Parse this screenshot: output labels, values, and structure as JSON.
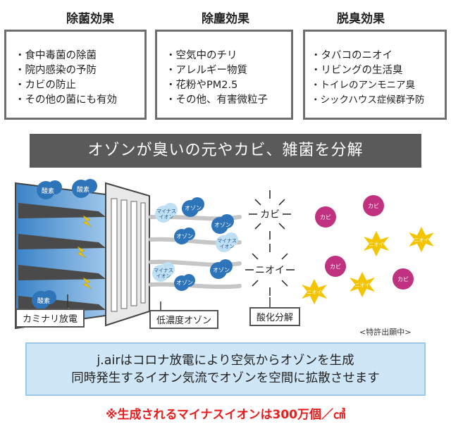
{
  "effects": [
    {
      "title": "除菌効果",
      "items": [
        "食中毒菌の除菌",
        "院内感染の予防",
        "カビの防止",
        "その他の菌にも有効"
      ]
    },
    {
      "title": "除塵効果",
      "items": [
        "空気中のチリ",
        "アレルギー物質",
        "花粉やPM2.5",
        "その他、有害微粒子"
      ]
    },
    {
      "title": "脱臭効果",
      "items": [
        "タバコのニオイ",
        "リビングの生活臭",
        "トイレのアンモニア臭",
        "シックハウス症候群予防"
      ]
    }
  ],
  "banner": "オゾンが臭いの元やカビ、雑菌を分解",
  "illustration": {
    "oxygen_label": "酸素",
    "minus_ion_label": "マイナス\nイオン",
    "ozone_label": "オゾン",
    "mold_label": "カビ",
    "odor_label": "ニオイ",
    "tag_discharge": "カミナリ放電",
    "tag_ozone": "低濃度オゾン",
    "tag_decomp": "酸化分解",
    "patent": "<特許出願中>"
  },
  "info": {
    "line1": "j.airはコロナ放電により空気からオゾンを生成",
    "line2": "同時発生するイオン気流でオゾンを空間に拡散させます"
  },
  "note": "※生成されるマイナスイオンは300万個／㎤",
  "colors": {
    "accent_blue": "#3a83c8",
    "mold": "#c0317f",
    "odor": "#f5c400",
    "note_red": "#e61e1e",
    "banner_gray": "#5a5a5a"
  }
}
